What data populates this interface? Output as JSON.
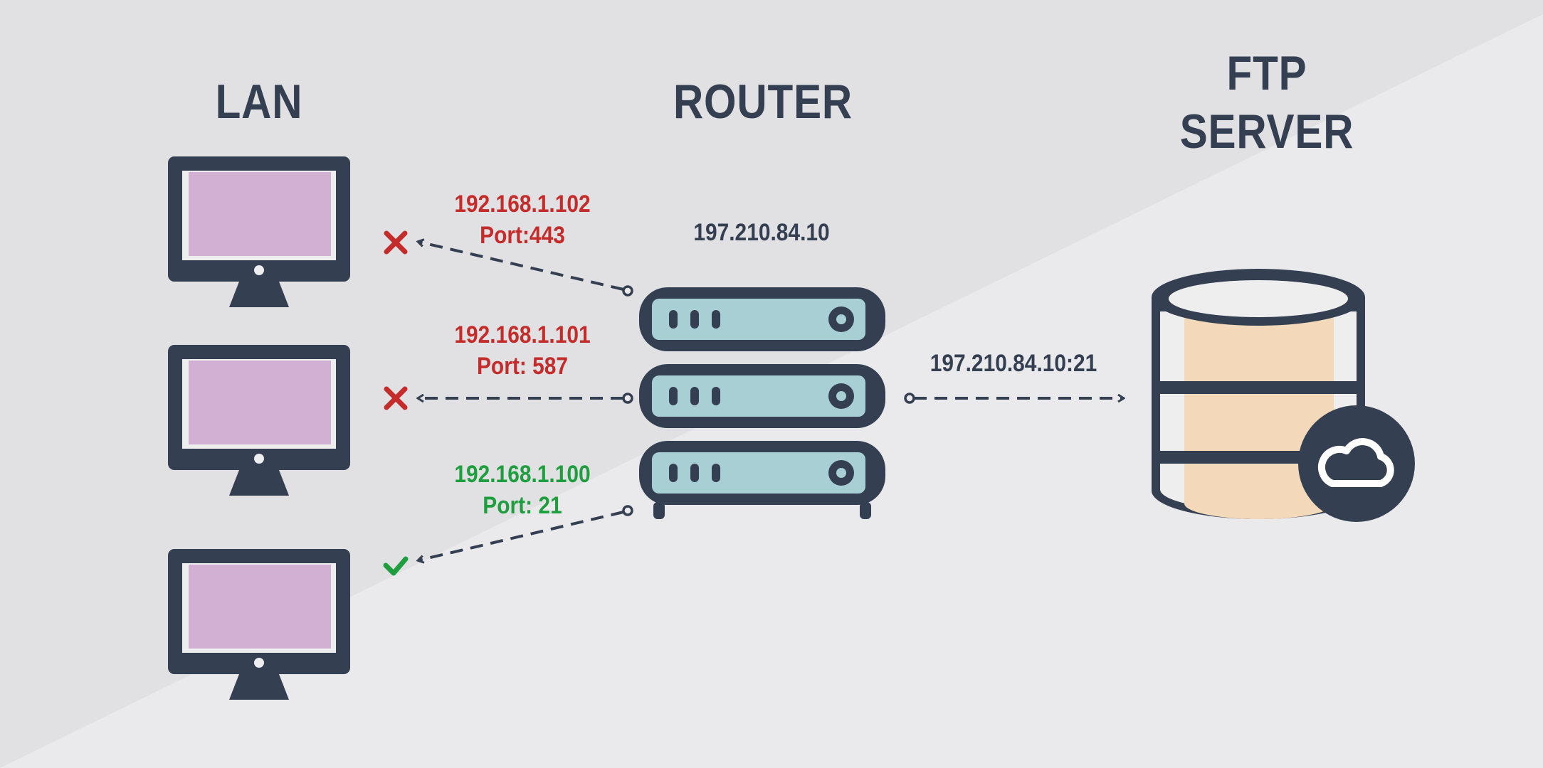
{
  "headings": {
    "lan": "LAN",
    "router": "ROUTER",
    "ftp_line1": "FTP",
    "ftp_line2": "SERVER"
  },
  "router_ip": "197.210.84.10",
  "server_address": "197.210.84.10:21",
  "clients": [
    {
      "ip": "192.168.1.102",
      "port": "Port:443",
      "status": "blocked",
      "status_icon": "x-icon"
    },
    {
      "ip": "192.168.1.101",
      "port": "Port: 587",
      "status": "blocked",
      "status_icon": "x-icon"
    },
    {
      "ip": "192.168.1.100",
      "port": "Port: 21",
      "status": "allowed",
      "status_icon": "check-icon"
    }
  ],
  "colors": {
    "dark": "#343f52",
    "blocked": "#c42b2b",
    "allowed": "#1f9e3f",
    "screen": "#d1b0d3",
    "router_unit": "#a7cfd4",
    "database_fill": "#f3d9b9",
    "background_light": "#eaeaec",
    "background_dark": "#e1e1e3"
  }
}
